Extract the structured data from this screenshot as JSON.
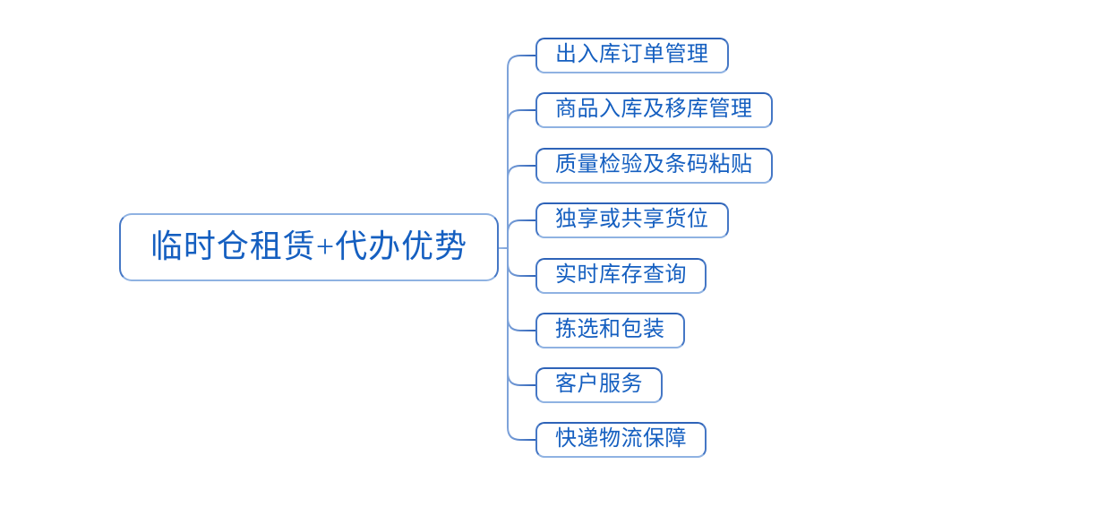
{
  "diagram": {
    "type": "mindmap",
    "root": {
      "label": "临时仓租赁+代办优势"
    },
    "children": [
      {
        "label": "出入库订单管理"
      },
      {
        "label": "商品入库及移库管理"
      },
      {
        "label": "质量检验及条码粘贴"
      },
      {
        "label": "独享或共享货位"
      },
      {
        "label": "实时库存查询"
      },
      {
        "label": "拣选和包装"
      },
      {
        "label": "客户服务"
      },
      {
        "label": "快递物流保障"
      }
    ],
    "colors": {
      "background": "#ffffff",
      "text": "#155fc0",
      "node_fill": "#ffffff",
      "node_border_dark": "#2e63b8",
      "node_border_mid": "#4577c5",
      "node_border_light": "#8fb2e2",
      "connector_light": "#9ab9e6",
      "connector_dark": "#2e63b8"
    }
  }
}
